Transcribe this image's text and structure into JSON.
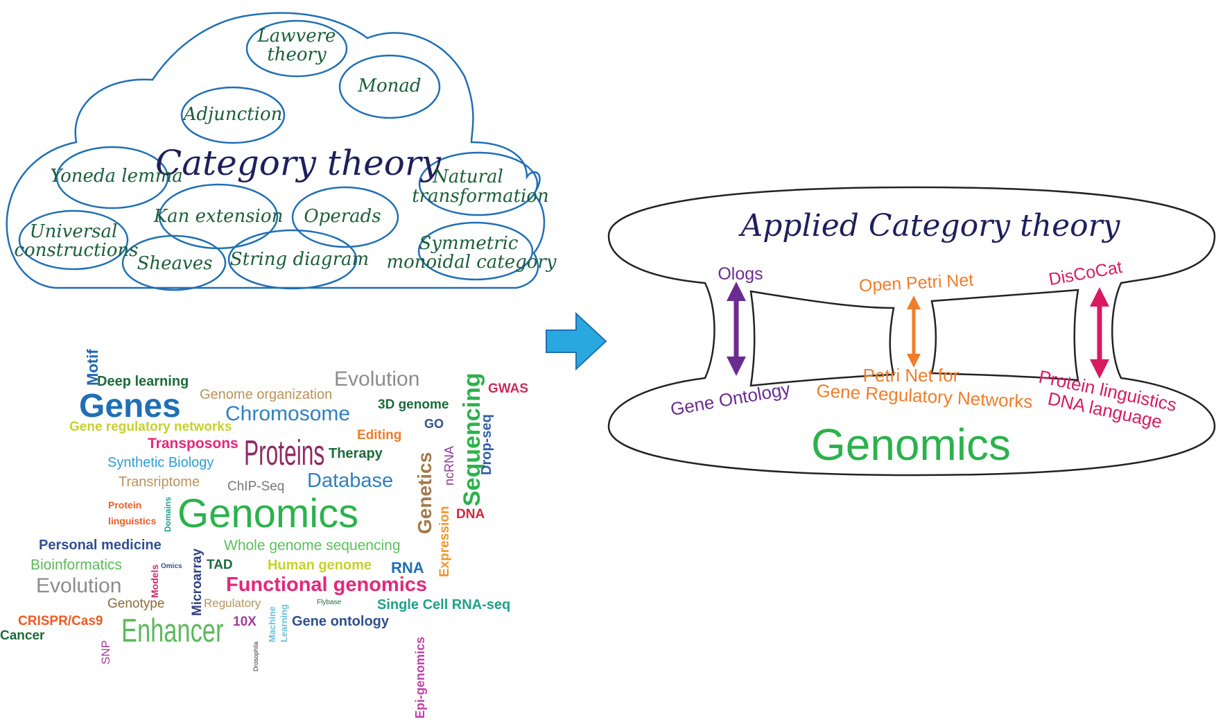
{
  "cloud": {
    "title": "Category theory",
    "concepts": [
      {
        "id": "lawvere",
        "lines": [
          "Lawvere",
          "theory"
        ]
      },
      {
        "id": "monad",
        "lines": [
          "Monad"
        ]
      },
      {
        "id": "adjunction",
        "lines": [
          "Adjunction"
        ]
      },
      {
        "id": "yoneda",
        "lines": [
          "Yoneda lemma"
        ]
      },
      {
        "id": "natural-transformation",
        "lines": [
          "Natural",
          "transformation"
        ]
      },
      {
        "id": "kan-extension",
        "lines": [
          "Kan extension"
        ]
      },
      {
        "id": "operads",
        "lines": [
          "Operads"
        ]
      },
      {
        "id": "universal-constructions",
        "lines": [
          "Universal",
          "constructions"
        ]
      },
      {
        "id": "sheaves",
        "lines": [
          "Sheaves"
        ]
      },
      {
        "id": "string-diagram",
        "lines": [
          "String diagram"
        ]
      },
      {
        "id": "symmetric-monoidal",
        "lines": [
          "Symmetric",
          "monoidal category"
        ]
      }
    ]
  },
  "word_cloud": {
    "words": [
      {
        "text": "Motif",
        "color": "#1f66b1"
      },
      {
        "text": "Deep learning",
        "color": "#1b6b3a"
      },
      {
        "text": "Genome organization",
        "color": "#b8935a"
      },
      {
        "text": "Evolution",
        "color": "#8c8c8c"
      },
      {
        "text": "Sequencing",
        "color": "#2bb24c"
      },
      {
        "text": "GWAS",
        "color": "#cc2a5a"
      },
      {
        "text": "Genes",
        "color": "#1f6fb5"
      },
      {
        "text": "Chromosome",
        "color": "#2f7fc0"
      },
      {
        "text": "3D genome",
        "color": "#1b6b3a"
      },
      {
        "text": "Drop-seq",
        "color": "#2f5fa8"
      },
      {
        "text": "Gene regulatory networks",
        "color": "#c6d22a"
      },
      {
        "text": "GO",
        "color": "#2f4f8f"
      },
      {
        "text": "Editing",
        "color": "#f07d2a"
      },
      {
        "text": "Transposons",
        "color": "#e6267a"
      },
      {
        "text": "Proteins",
        "color": "#8e2a62"
      },
      {
        "text": "Therapy",
        "color": "#1b6b3a"
      },
      {
        "text": "ncRNA",
        "color": "#8a3a9a"
      },
      {
        "text": "Genetics",
        "color": "#a37a4a"
      },
      {
        "text": "Synthetic Biology",
        "color": "#2a9fd8"
      },
      {
        "text": "Database",
        "color": "#2f7fc0"
      },
      {
        "text": "Transriptome",
        "color": "#b8935a"
      },
      {
        "text": "ChIP-Seq",
        "color": "#777777"
      },
      {
        "text": "Protein",
        "color": "#ee5a24"
      },
      {
        "text": "linguistics",
        "color": "#ee5a24"
      },
      {
        "text": "Domains",
        "color": "#1fa08a"
      },
      {
        "text": "Genomics",
        "color": "#2bb24c"
      },
      {
        "text": "Expression",
        "color": "#f0962a"
      },
      {
        "text": "DNA",
        "color": "#cc2a3a"
      },
      {
        "text": "Personal medicine",
        "color": "#2f4f8f"
      },
      {
        "text": "Whole genome sequencing",
        "color": "#5cc05c"
      },
      {
        "text": "Bioinformatics",
        "color": "#5cb85c"
      },
      {
        "text": "Models",
        "color": "#cc2a6a"
      },
      {
        "text": "Omics",
        "color": "#2f4f8f"
      },
      {
        "text": "Microarray",
        "color": "#2f3f7f"
      },
      {
        "text": "TAD",
        "color": "#1b6b3a"
      },
      {
        "text": "Human genome",
        "color": "#c6d22a"
      },
      {
        "text": "RNA",
        "color": "#1f6fb5"
      },
      {
        "text": "Evolution",
        "color": "#8c8c8c"
      },
      {
        "text": "Functional genomics",
        "color": "#e6267a"
      },
      {
        "text": "Genotype",
        "color": "#8a6a3a"
      },
      {
        "text": "Regulatory",
        "color": "#b8935a"
      },
      {
        "text": "Flybase",
        "color": "#1b6b3a"
      },
      {
        "text": "Single Cell RNA-seq",
        "color": "#1fa08a"
      },
      {
        "text": "CRISPR/Cas9",
        "color": "#ee5a24"
      },
      {
        "text": "Enhancer",
        "color": "#5cb85c"
      },
      {
        "text": "10X",
        "color": "#a33a9a"
      },
      {
        "text": "Machine",
        "color": "#6cc0d8"
      },
      {
        "text": "Learning",
        "color": "#6cc0d8"
      },
      {
        "text": "Gene ontology",
        "color": "#2f4f8f"
      },
      {
        "text": "Cancer",
        "color": "#1b6b3a"
      },
      {
        "text": "SNP",
        "color": "#a33a9a"
      },
      {
        "text": "Drosophila",
        "color": "#333333"
      },
      {
        "text": "Epi-genomics",
        "color": "#c040a8"
      }
    ]
  },
  "applied": {
    "title": "Applied Category theory",
    "bottom": "Genomics",
    "links": [
      {
        "top": "Ologs",
        "bottom": "Gene Ontology",
        "color": "#6a2c91"
      },
      {
        "top": "Open Petri Net",
        "bottom_lines": [
          "Petri Net for",
          "Gene Regulatory Networks"
        ],
        "color": "#f07d2a"
      },
      {
        "top": "DisCoCat",
        "bottom_lines": [
          "Protein linguistics",
          "DNA language"
        ],
        "color": "#d81b60"
      }
    ]
  },
  "colors": {
    "cloud_stroke": "#1f6fb5",
    "concept_text": "#1b5e3a",
    "title_text": "#1f1f5c",
    "arrow_fill": "#29a8e0",
    "arrow_stroke": "#1f6fb5"
  }
}
